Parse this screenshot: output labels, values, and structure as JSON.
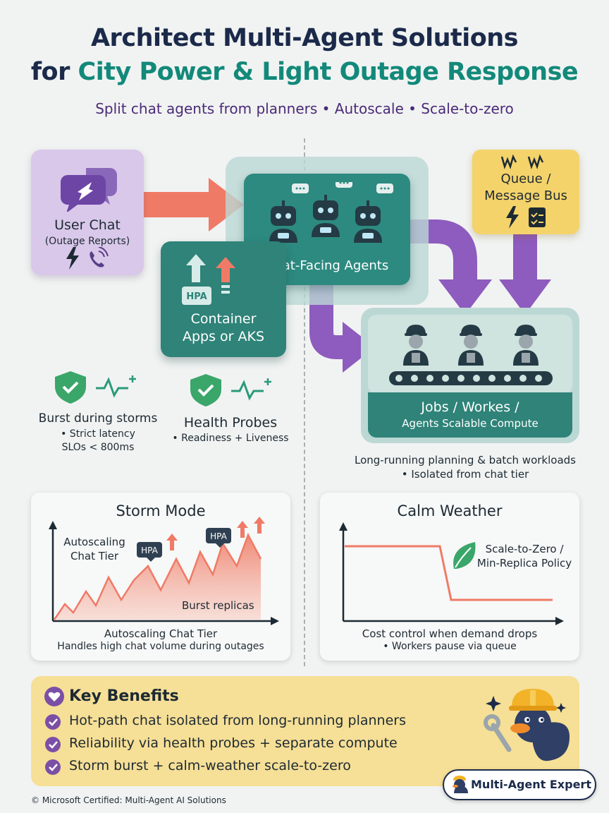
{
  "header": {
    "title_line1": "Architect Multi-Agent Solutions",
    "title_line2_prefix": "for",
    "title_line2_highlight": "City Power & Light Outage Response",
    "subtitle": "Split chat agents from planners • Autoscale • Scale-to-zero"
  },
  "user_chat": {
    "title": "User Chat",
    "subtitle": "(Outage Reports)"
  },
  "chat_agents": {
    "label": "Chat-Facing Agents"
  },
  "container": {
    "hpa_tag": "HPA",
    "label_line1": "Container",
    "label_line2": "Apps or AKS"
  },
  "queue": {
    "label_line1": "Queue /",
    "label_line2": "Message Bus"
  },
  "jobs": {
    "line1": "Jobs / Workes /",
    "line2": "Agents Scalable Compute",
    "caption1": "Long-running planning & batch workloads",
    "caption2": "• Isolated from chat tier"
  },
  "features": [
    {
      "title": "Burst during storms",
      "desc_line1": "• Strict latency",
      "desc_line2": "SLOs < 800ms"
    },
    {
      "title": "Health Probes",
      "desc_line1": "• Readiness + Liveness",
      "desc_line2": ""
    }
  ],
  "storm_panel": {
    "title": "Storm Mode",
    "annot_line1": "Autoscaling",
    "annot_line2": "Chat Tier",
    "hpa1": "HPA",
    "hpa2": "HPA",
    "burst_label": "Burst replicas",
    "caption1": "Autoscaling Chat Tier",
    "caption2": "Handles high chat volume during outages"
  },
  "calm_panel": {
    "title": "Calm Weather",
    "annot_line1": "Scale-to-Zero /",
    "annot_line2": "Min-Replica Policy",
    "caption1": "Cost control when demand drops",
    "caption2": "• Workers pause via queue"
  },
  "benefits": {
    "title": "Key Benefits",
    "items": [
      "Hot-path chat isolated from long-running planners",
      "Reliability via health probes + separate compute",
      "Storm burst + calm-weather scale-to-zero"
    ]
  },
  "badge": {
    "label": "Multi-Agent Expert"
  },
  "footer": {
    "copyright": "© Microsoft Certified: Multi-Agent AI Solutions"
  },
  "colors": {
    "navy": "#1b2a4a",
    "teal": "#12897a",
    "purple": "#7b4fa6",
    "coral": "#ef7b66",
    "yellow": "#f4d36b"
  },
  "icons": [
    "chat-bubbles-icon",
    "lightning-icon",
    "phone-icon",
    "robot-icon",
    "speech-bubble-icon",
    "scale-up-arrow-icon",
    "shield-check-icon",
    "heartbeat-icon",
    "worker-icon",
    "conveyor-belt-icon",
    "leaf-icon",
    "heart-icon",
    "check-icon",
    "duck-mascot-icon",
    "wrench-icon",
    "checklist-icon"
  ]
}
